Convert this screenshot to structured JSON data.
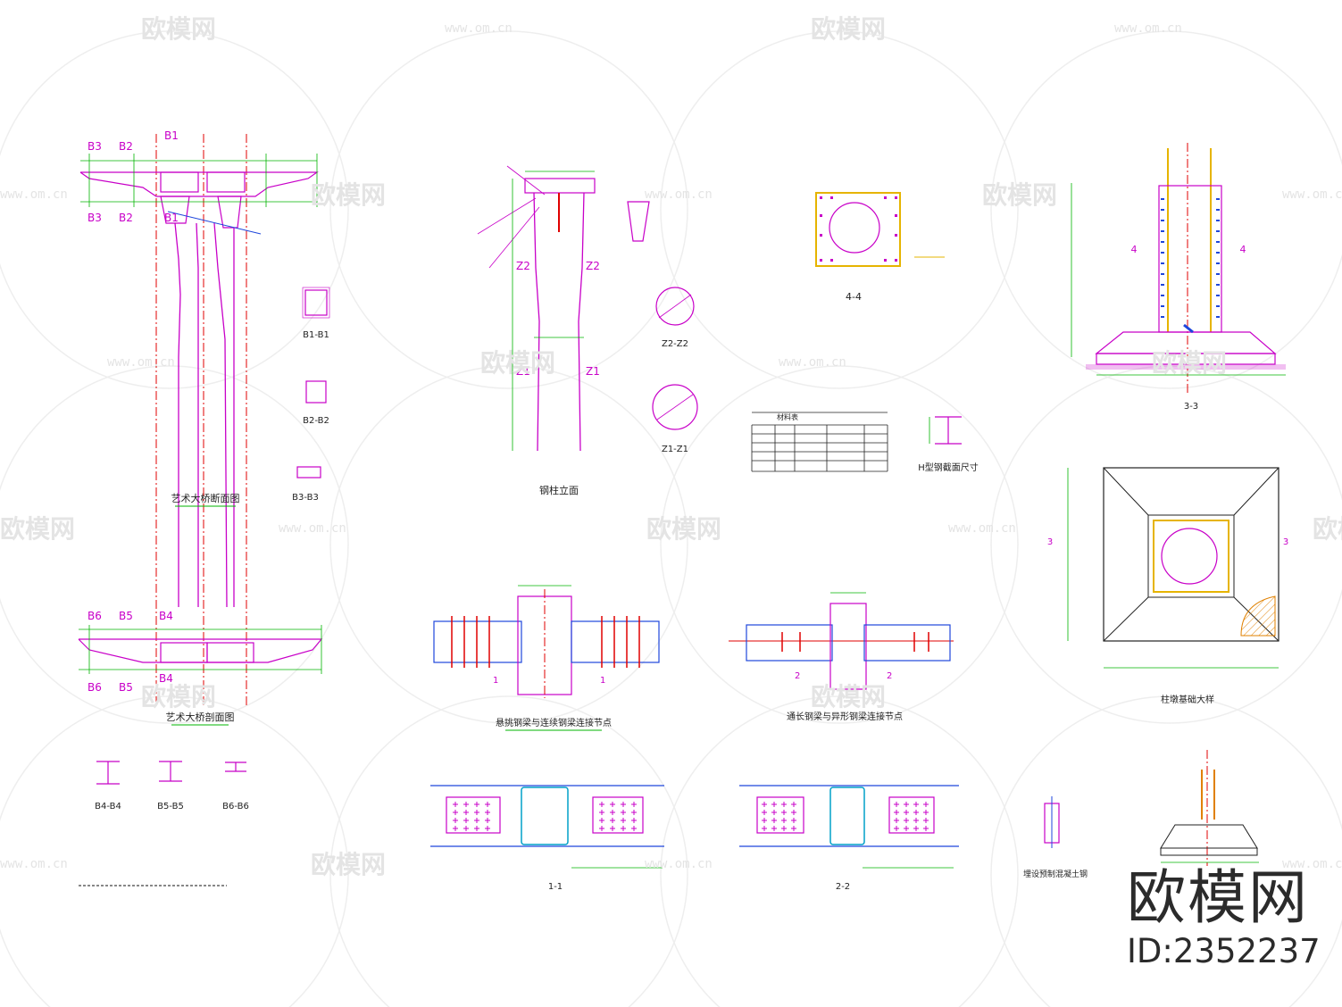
{
  "brand": {
    "name": "欧模网",
    "id": "ID:2352237"
  },
  "watermark": {
    "logo": "欧模网",
    "url": "www.om.cn"
  },
  "colors": {
    "magenta": "#c800c8",
    "red": "#e00000",
    "green": "#00b400",
    "blue": "#1e46dc",
    "yellow": "#e6b400",
    "cyan": "#00a0c8",
    "orange": "#e08000",
    "ink": "#222222"
  },
  "views": {
    "art_bridge_section": {
      "title": "艺术大桥断面图",
      "labels": {
        "b3": "B3",
        "b2": "B2",
        "b1": "B1",
        "b6": "B6",
        "b5": "B5",
        "b4": "B4"
      }
    },
    "art_bridge_plan": {
      "title": "艺术大桥剖面图"
    },
    "section_b1": {
      "title": "B1-B1",
      "icon": "box-section-icon"
    },
    "section_b2": {
      "title": "B2-B2",
      "icon": "box-section-icon"
    },
    "section_b3": {
      "title": "B3-B3",
      "icon": "flat-box-section-icon"
    },
    "section_b4": {
      "title": "B4-B4",
      "icon": "i-beam-section-icon"
    },
    "section_b5": {
      "title": "B5-B5",
      "icon": "i-beam-section-icon"
    },
    "section_b6": {
      "title": "B6-B6",
      "icon": "i-beam-section-icon"
    },
    "steel_column": {
      "title": "钢柱立面",
      "labels": {
        "z1": "Z1",
        "z2": "Z2"
      }
    },
    "section_z2": {
      "title": "Z2-Z2",
      "icon": "pipe-section-icon"
    },
    "section_z1": {
      "title": "Z1-Z1",
      "icon": "pipe-section-icon"
    },
    "section_44": {
      "title": "4-4",
      "icon": "base-plate-icon"
    },
    "h_steel": {
      "title": "H型钢截面尺寸",
      "icon": "h-steel-icon"
    },
    "section_33": {
      "title": "3-3",
      "labels": {
        "mark4": "4"
      }
    },
    "foundation": {
      "title": "柱墩基础大样",
      "labels": {
        "mark3": "3"
      }
    },
    "joint_a": {
      "title": "悬挑钢梁与连续钢梁连接节点",
      "labels": {
        "mark1": "1"
      }
    },
    "joint_b": {
      "title": "通长钢梁与异形钢梁连接节点",
      "labels": {
        "mark2": "2"
      }
    },
    "section_11": {
      "title": "1-1"
    },
    "section_22": {
      "title": "2-2"
    },
    "embed_a": {
      "title": "埋设预制混凝土钢"
    },
    "embed_b": {
      "title": "柱墩基础大样"
    }
  },
  "schedule": {
    "title": "材料表"
  }
}
